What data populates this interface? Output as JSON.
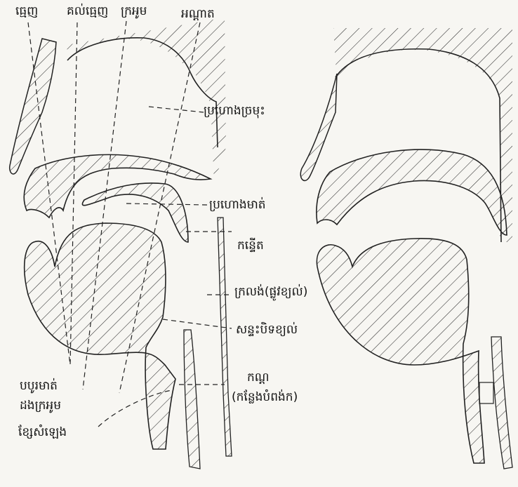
{
  "diagram": {
    "labels": {
      "teeth": "ធ្មេញ",
      "tooth_ridge": "គល់ធ្មេញ",
      "hard_palate": "ក្រអូម",
      "velum": "អណ្ដាត",
      "nasal_cavity": "ប្រហោងច្រមុះ",
      "oral_cavity": "ប្រហោងមាត់",
      "uvula": "កន្ទើត",
      "pharynx": "ក្រលង់(ផ្លូវខ្យល់)",
      "epiglottis": "សន្ទះបិទខ្យល់",
      "lips": "បបូរមាត់",
      "palate_roof": "ដងក្រអូម",
      "vocal_cords": "ខ្សែសំឡេង",
      "larynx_title": "កណ្ដ",
      "larynx_sub": "(កន្លែងបំពង់ក)"
    }
  }
}
